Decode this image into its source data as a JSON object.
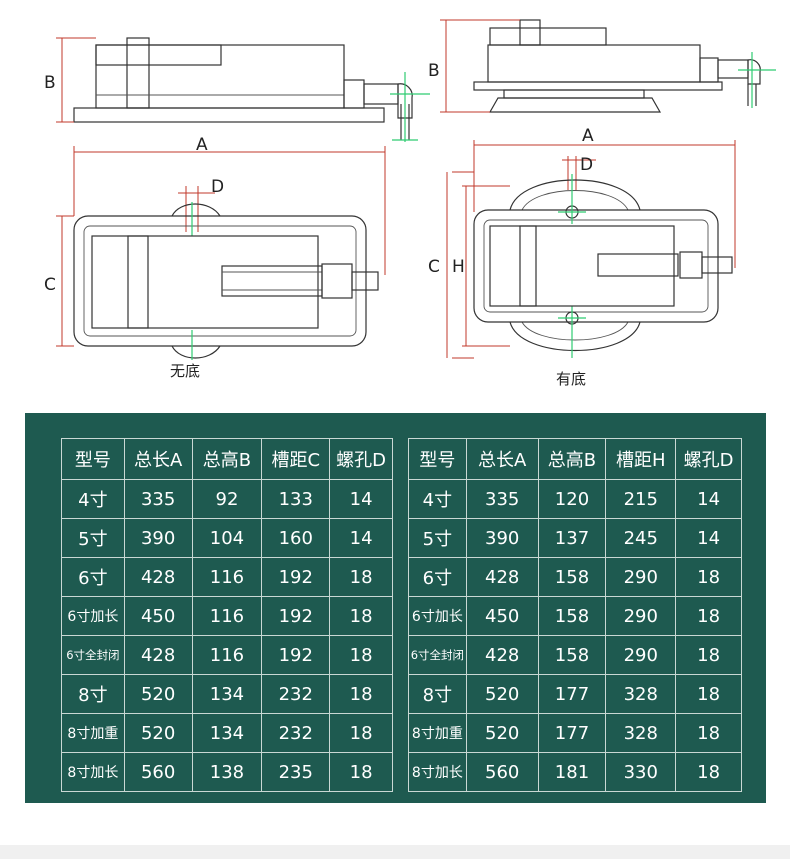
{
  "drawings": {
    "left": {
      "dim_b": "B",
      "dim_a": "A",
      "dim_c": "C",
      "dim_d": "D",
      "caption": "无底"
    },
    "right": {
      "dim_b": "B",
      "dim_a": "A",
      "dim_c": "C",
      "dim_h": "H",
      "dim_d": "D",
      "caption": "有底"
    }
  },
  "table_left": {
    "headers": [
      "型号",
      "总长A",
      "总高B",
      "槽距C",
      "螺孔D"
    ],
    "rows": [
      [
        "4寸",
        "335",
        "92",
        "133",
        "14"
      ],
      [
        "5寸",
        "390",
        "104",
        "160",
        "14"
      ],
      [
        "6寸",
        "428",
        "116",
        "192",
        "18"
      ],
      [
        "6寸加长",
        "450",
        "116",
        "192",
        "18"
      ],
      [
        "6寸全封闭",
        "428",
        "116",
        "192",
        "18"
      ],
      [
        "8寸",
        "520",
        "134",
        "232",
        "18"
      ],
      [
        "8寸加重",
        "520",
        "134",
        "232",
        "18"
      ],
      [
        "8寸加长",
        "560",
        "138",
        "235",
        "18"
      ]
    ]
  },
  "table_right": {
    "headers": [
      "型号",
      "总长A",
      "总高B",
      "槽距H",
      "螺孔D"
    ],
    "rows": [
      [
        "4寸",
        "335",
        "120",
        "215",
        "14"
      ],
      [
        "5寸",
        "390",
        "137",
        "245",
        "14"
      ],
      [
        "6寸",
        "428",
        "158",
        "290",
        "18"
      ],
      [
        "6寸加长",
        "450",
        "158",
        "290",
        "18"
      ],
      [
        "6寸全封闭",
        "428",
        "158",
        "290",
        "18"
      ],
      [
        "8寸",
        "520",
        "177",
        "328",
        "18"
      ],
      [
        "8寸加重",
        "520",
        "177",
        "328",
        "18"
      ],
      [
        "8寸加长",
        "560",
        "181",
        "330",
        "18"
      ]
    ]
  },
  "colors": {
    "panel": "#1e5a50",
    "dimension_line": "#c0392b",
    "center_line": "#2ecc71",
    "outline": "#333333"
  }
}
